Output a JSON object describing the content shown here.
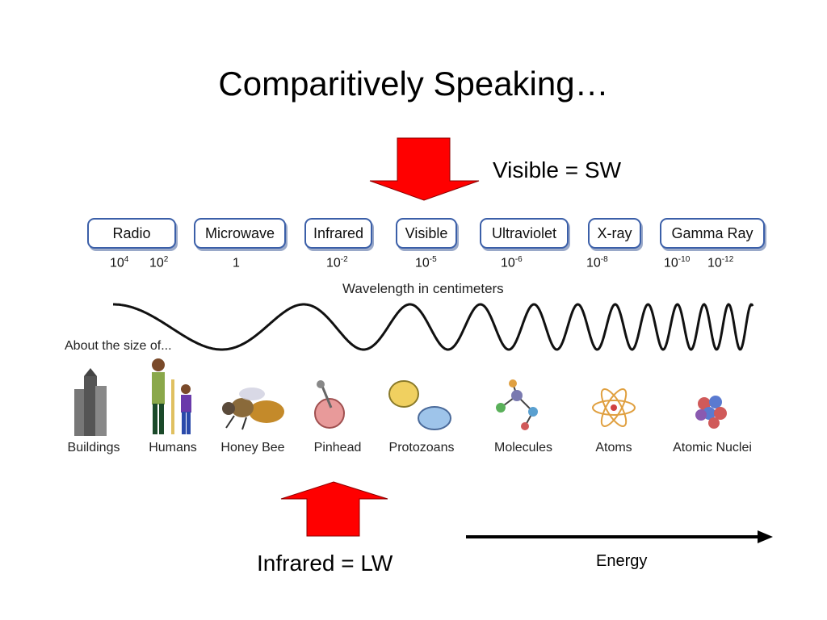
{
  "title": "Comparitively Speaking…",
  "callouts": {
    "top": "Visible = SW",
    "bottom": "Infrared = LW"
  },
  "energy_label": "Energy",
  "bands": [
    "Radio",
    "Microwave",
    "Infrared",
    "Visible",
    "Ultraviolet",
    "X-ray",
    "Gamma Ray"
  ],
  "wavelengths": [
    {
      "base": "10",
      "exp": "4"
    },
    {
      "base": "10",
      "exp": "2"
    },
    {
      "base": "1",
      "exp": ""
    },
    {
      "base": "10",
      "exp": "-2"
    },
    {
      "base": "10",
      "exp": "-5"
    },
    {
      "base": "10",
      "exp": "-6"
    },
    {
      "base": "10",
      "exp": "-8"
    },
    {
      "base": "10",
      "exp": "-10"
    },
    {
      "base": "10",
      "exp": "-12"
    }
  ],
  "axis_caption": "Wavelength in centimeters",
  "size_caption": "About the size of...",
  "objects": [
    "Buildings",
    "Humans",
    "Honey Bee",
    "Pinhead",
    "Protozoans",
    "Molecules",
    "Atoms",
    "Atomic Nuclei"
  ],
  "colors": {
    "arrow": "#ff0000",
    "band_border": "#3b5fa8"
  }
}
